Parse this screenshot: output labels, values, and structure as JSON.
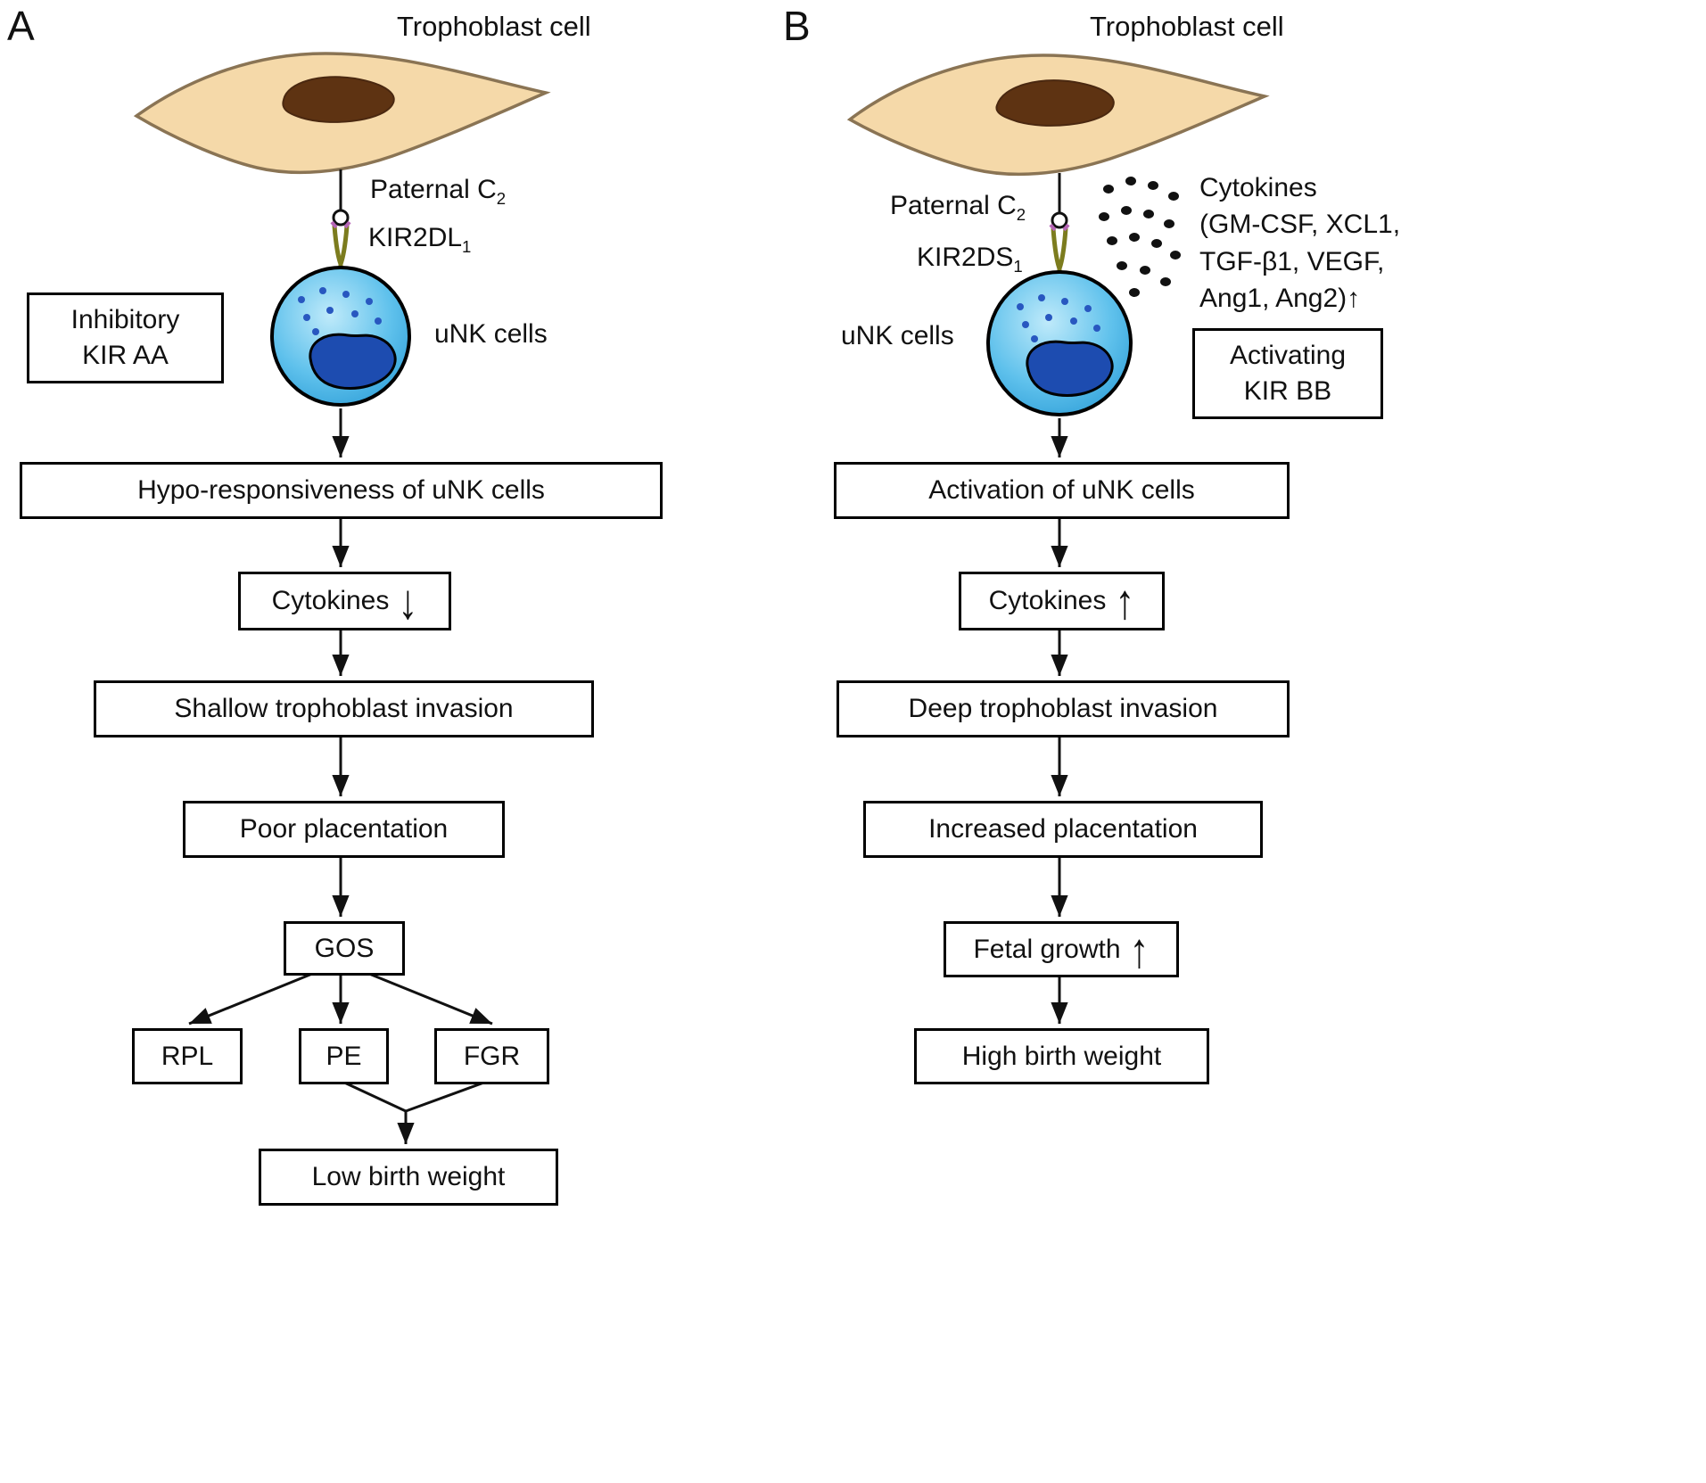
{
  "panelA": {
    "panel_label": "A",
    "trophoblast_cell_label": "Trophoblast cell",
    "paternal_ligand": {
      "text": "Paternal C",
      "sub": "2"
    },
    "receptor": {
      "text": "KIR2DL",
      "sub": "1"
    },
    "unk_cells_label": "uNK cells",
    "kir_box": {
      "line1": "Inhibitory",
      "line2": "KIR AA"
    },
    "flow_boxes": {
      "hypo": "Hypo-responsiveness of uNK cells",
      "cytokines": {
        "text": "Cytokines",
        "arrow": "↓"
      },
      "invasion": "Shallow trophoblast invasion",
      "placentation": "Poor placentation",
      "gos": "GOS"
    },
    "outcomes": {
      "rpl": "RPL",
      "pe": "PE",
      "fgr": "FGR"
    },
    "final_box": "Low birth weight"
  },
  "panelB": {
    "panel_label": "B",
    "trophoblast_cell_label": "Trophoblast cell",
    "paternal_ligand": {
      "text": "Paternal C",
      "sub": "2"
    },
    "receptor": {
      "text": "KIR2DS",
      "sub": "1"
    },
    "unk_cells_label": "uNK cells",
    "cytokines_annotation": {
      "line1": "Cytokines",
      "line2": "(GM-CSF, XCL1,",
      "line3": "TGF-β1, VEGF,",
      "line4": "Ang1, Ang2)↑"
    },
    "kir_box": {
      "line1": "Activating",
      "line2": "KIR BB"
    },
    "flow_boxes": {
      "activation": "Activation of uNK cells",
      "cytokines": {
        "text": "Cytokines",
        "arrow": "↑"
      },
      "invasion": "Deep trophoblast invasion",
      "placentation": "Increased placentation",
      "fetal_growth": {
        "text": "Fetal growth",
        "arrow": "↑"
      }
    },
    "final_box": "High birth weight"
  },
  "colors": {
    "trophoblast_fill": "#f5d9a9",
    "trophoblast_stroke": "#8a7454",
    "trophoblast_nucleus": "#5e3312",
    "unk_cell_light": "#b9e7f8",
    "unk_cell_mid": "#57bdea",
    "unk_cell_edge": "#2f9fd8",
    "unk_nucleus": "#1d4cb0",
    "receptor_olive": "#7c7c1e",
    "receptor_tip_purple": "#b565b5",
    "line_black": "#111111"
  }
}
